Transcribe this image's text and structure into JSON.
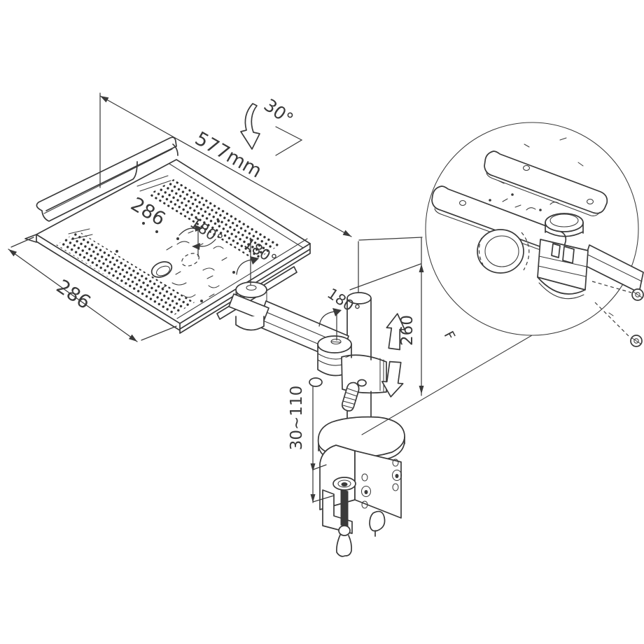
{
  "annotations": {
    "tilt_angle": "30°",
    "tray_width": "577mm",
    "tray_depth_inner": "286",
    "tray_depth_outer": "286",
    "tray_rotation": "180°",
    "arm_rotation_tray_joint": "180°",
    "arm_rotation_pole_joint": "180°",
    "pole_height": "260",
    "clamp_range": "30~110",
    "detail_mark": "F"
  },
  "colors": {
    "line": "#3a3a3a",
    "background": "#ffffff"
  }
}
